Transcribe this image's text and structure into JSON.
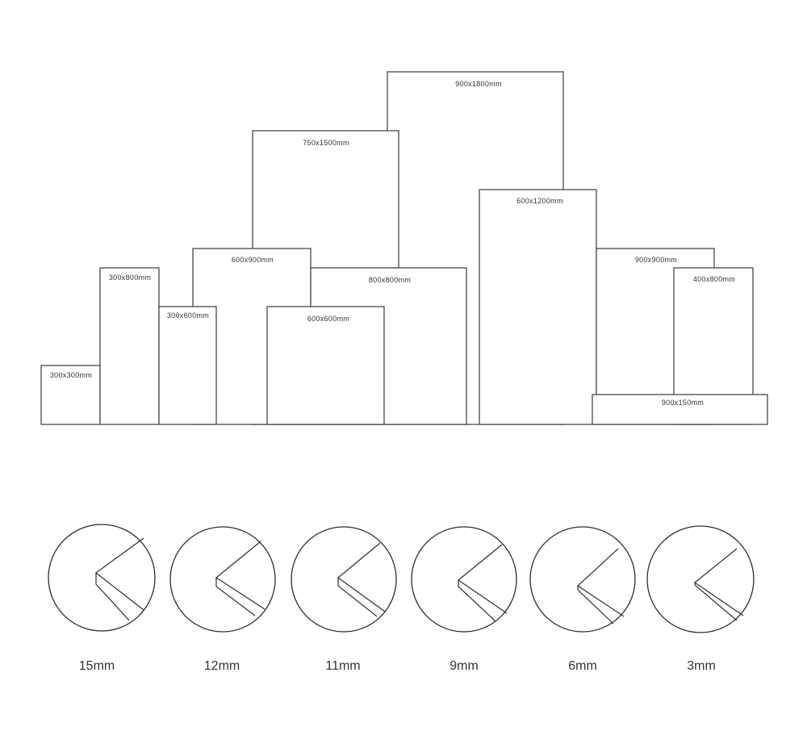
{
  "tile_sizes": [
    {
      "id": "300x300",
      "label": "300x300mm"
    },
    {
      "id": "300x800",
      "label": "300x800mm"
    },
    {
      "id": "300x600",
      "label": "300x600mm"
    },
    {
      "id": "600x900",
      "label": "600x900mm"
    },
    {
      "id": "750x1500",
      "label": "750x1500mm"
    },
    {
      "id": "600x600",
      "label": "600x600mm"
    },
    {
      "id": "800x800",
      "label": "800x800mm"
    },
    {
      "id": "900x1800",
      "label": "900x1800mm"
    },
    {
      "id": "600x1200",
      "label": "600x1200mm"
    },
    {
      "id": "900x900",
      "label": "900x900mm"
    },
    {
      "id": "400x800",
      "label": "400x800mm"
    },
    {
      "id": "900x150",
      "label": "900x150mm"
    }
  ],
  "thicknesses": [
    {
      "id": "15mm",
      "label": "15mm",
      "value_mm": 15
    },
    {
      "id": "12mm",
      "label": "12mm",
      "value_mm": 12
    },
    {
      "id": "11mm",
      "label": "11mm",
      "value_mm": 11
    },
    {
      "id": "9mm",
      "label": "9mm",
      "value_mm": 9
    },
    {
      "id": "6mm",
      "label": "6mm",
      "value_mm": 6
    },
    {
      "id": "3mm",
      "label": "3mm",
      "value_mm": 3
    }
  ]
}
